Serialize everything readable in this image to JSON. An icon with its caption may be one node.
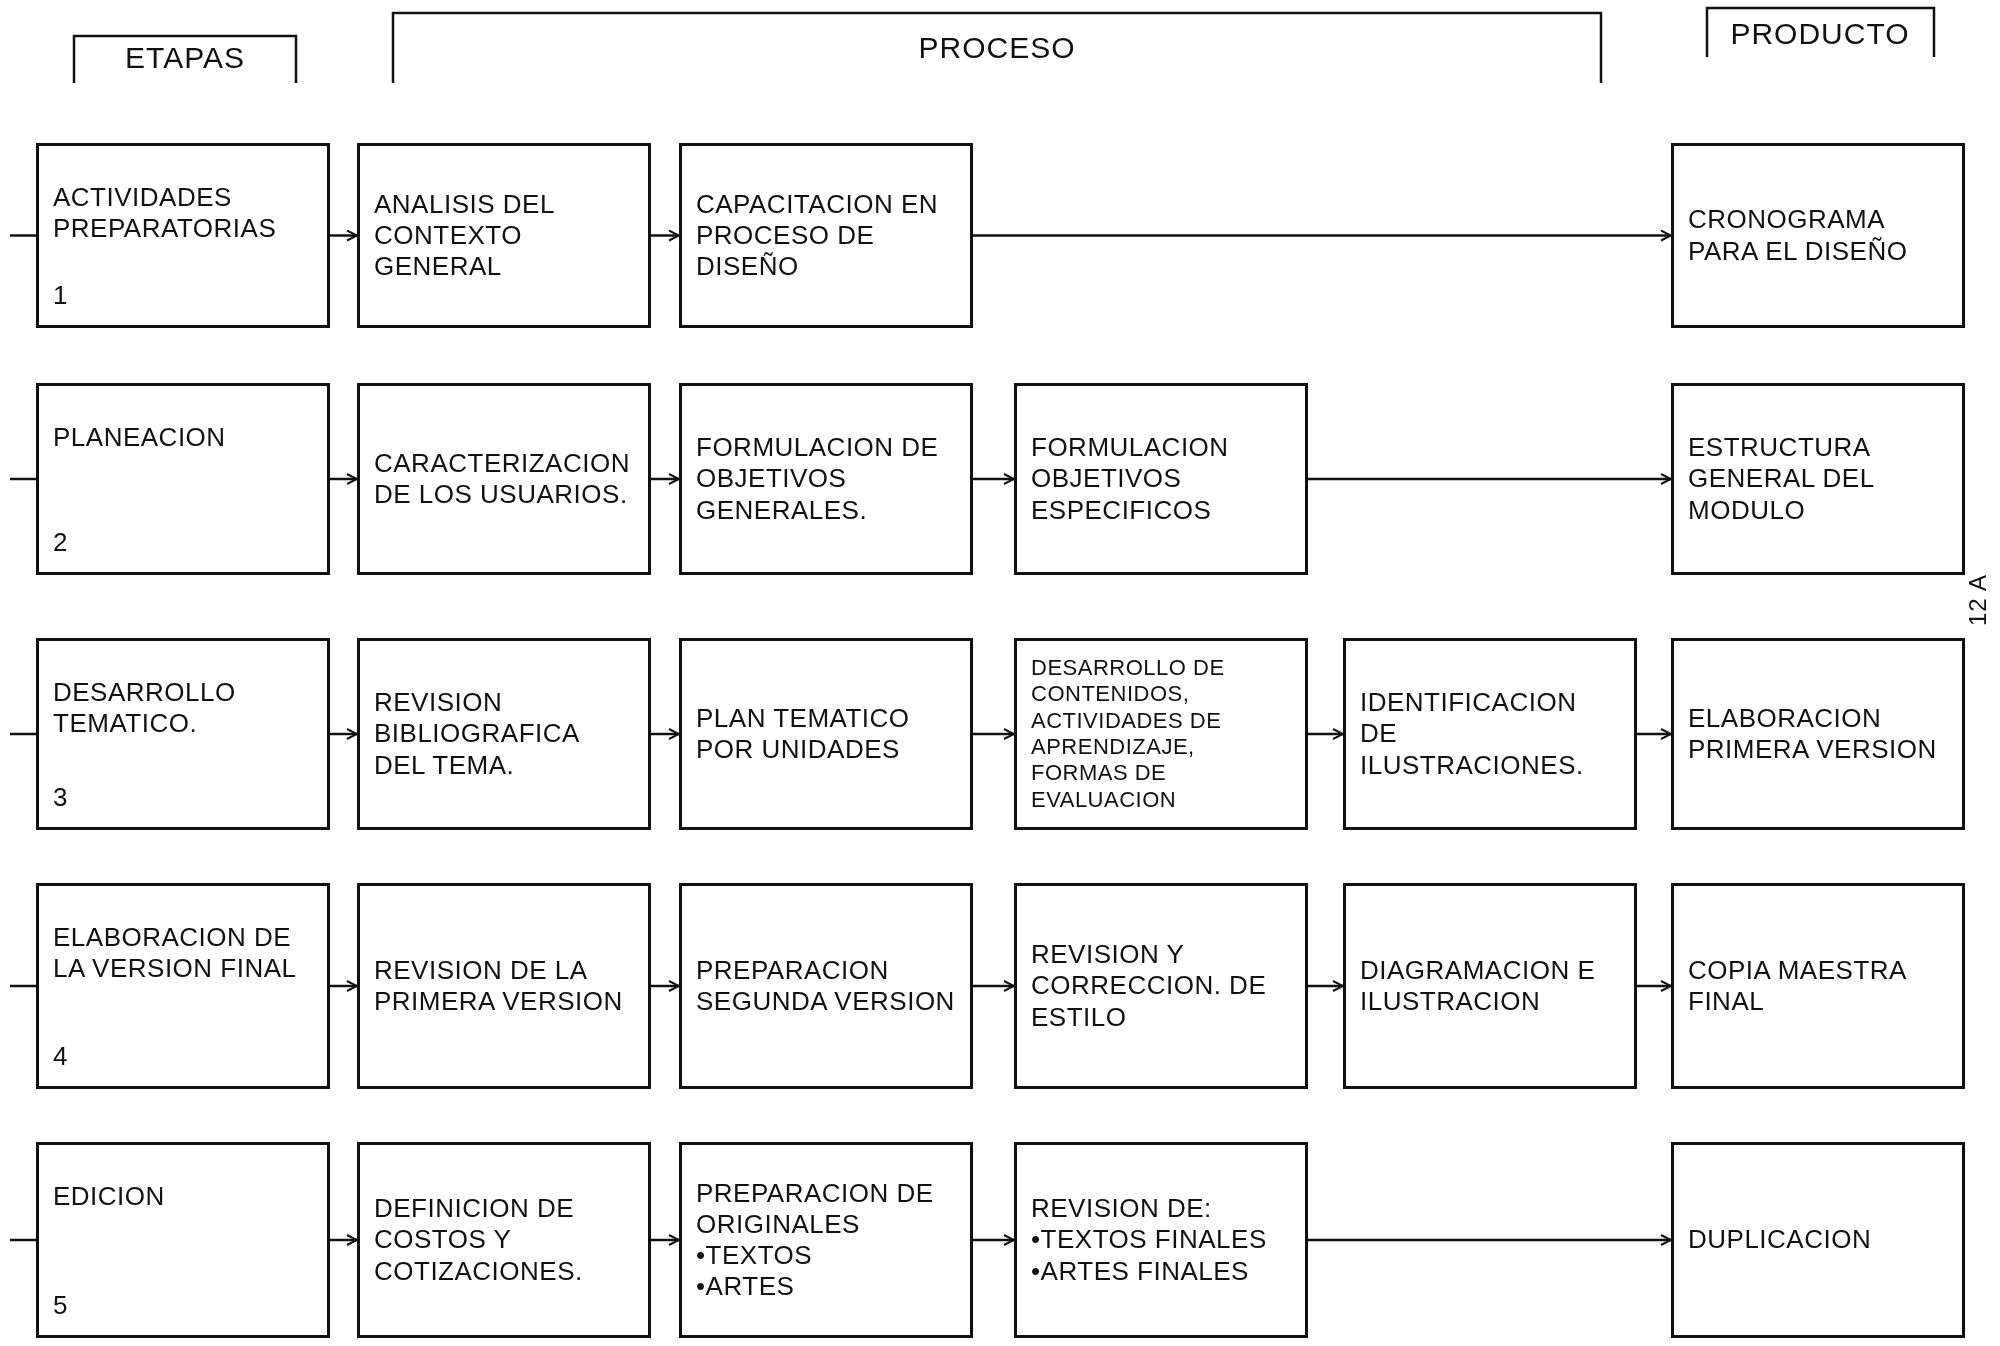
{
  "diagram": {
    "nodes": [
      {
        "text": [
          "ACTIVIDADES PREPARATORIAS",
          "1"
        ]
      },
      {
        "text": [
          "ANALISIS DEL CONTEXTO GENERAL"
        ]
      },
      {
        "text": [
          "CAPACITACION EN PROCESO DE DISEÑO"
        ]
      },
      {
        "text": [
          "CRONOGRAMA PARA EL DISEÑO"
        ]
      },
      {
        "text": [
          "PLANEACION",
          "2"
        ]
      },
      {
        "text": [
          "CARACTERIZACION DE LOS USUARIOS."
        ]
      },
      {
        "text": [
          "FORMULACION DE OBJETIVOS GENERALES."
        ]
      },
      {
        "text": [
          "FORMULACION OBJETIVOS ESPECIFICOS"
        ]
      },
      {
        "text": [
          "ESTRUCTURA GENERAL DEL MODULO"
        ]
      },
      {
        "text": [
          "DESARROLLO TEMATICO.",
          "3"
        ]
      },
      {
        "text": [
          "REVISION BIBLIOGRAFICA DEL TEMA."
        ]
      },
      {
        "text": [
          "PLAN TEMATICO POR UNIDADES"
        ]
      },
      {
        "text": [
          "DESARROLLO DE CONTENIDOS, ACTIVIDADES DE APRENDIZAJE, FORMAS DE EVALUACION"
        ]
      },
      {
        "text": [
          "IDENTIFICACION DE ILUSTRACIONES."
        ]
      },
      {
        "text": [
          "ELABORACION PRIMERA VERSION"
        ]
      },
      {
        "text": [
          "ELABORACION DE LA VERSION FINAL",
          "4"
        ]
      },
      {
        "text": [
          "REVISION DE LA PRIMERA VERSION"
        ]
      },
      {
        "text": [
          "PREPARACION SEGUNDA VERSION"
        ]
      },
      {
        "text": [
          "REVISION Y CORRECCION. DE ESTILO"
        ]
      },
      {
        "text": [
          "DIAGRAMACION E ILUSTRACION"
        ]
      },
      {
        "text": [
          "COPIA MAESTRA FINAL"
        ]
      },
      {
        "text": [
          "EDICION",
          "5"
        ]
      },
      {
        "text": [
          "DEFINICION DE COSTOS Y COTIZACIONES."
        ]
      },
      {
        "text": [
          "PREPARACION DE ORIGINALES",
          "•TEXTOS",
          "•ARTES"
        ]
      },
      {
        "text": [
          "REVISION DE:",
          "•TEXTOS FINALES",
          "•ARTES FINALES"
        ]
      },
      {
        "text": [
          "DUPLICACION"
        ]
      }
    ],
    "edges": [
      {
        "from": null,
        "to": 0,
        "arrow": "none"
      },
      {
        "from": 0,
        "to": 1,
        "arrow": "to"
      },
      {
        "from": 1,
        "to": 2,
        "arrow": "to"
      },
      {
        "from": 2,
        "to": 3,
        "arrow": "to"
      },
      {
        "from": null,
        "to": 4,
        "arrow": "none"
      },
      {
        "from": 4,
        "to": 5,
        "arrow": "to"
      },
      {
        "from": 5,
        "to": 6,
        "arrow": "to"
      },
      {
        "from": 6,
        "to": 7,
        "arrow": "to"
      },
      {
        "from": 7,
        "to": 8,
        "arrow": "to"
      },
      {
        "from": null,
        "to": 9,
        "arrow": "none"
      },
      {
        "from": 9,
        "to": 10,
        "arrow": "to"
      },
      {
        "from": 10,
        "to": 11,
        "arrow": "to"
      },
      {
        "from": 11,
        "to": 12,
        "arrow": "to"
      },
      {
        "from": 12,
        "to": 13,
        "arrow": "to"
      },
      {
        "from": 13,
        "to": 14,
        "arrow": "to"
      },
      {
        "from": null,
        "to": 15,
        "arrow": "none"
      },
      {
        "from": 15,
        "to": 16,
        "arrow": "to"
      },
      {
        "from": 16,
        "to": 17,
        "arrow": "to"
      },
      {
        "from": 17,
        "to": 18,
        "arrow": "to"
      },
      {
        "from": 18,
        "to": 19,
        "arrow": "to"
      },
      {
        "from": 19,
        "to": 20,
        "arrow": "to"
      },
      {
        "from": null,
        "to": 21,
        "arrow": "none"
      },
      {
        "from": 21,
        "to": 22,
        "arrow": "to"
      },
      {
        "from": 22,
        "to": 23,
        "arrow": "to"
      },
      {
        "from": 23,
        "to": 24,
        "arrow": "to"
      },
      {
        "from": 24,
        "to": 25,
        "arrow": "to"
      }
    ],
    "labels": [
      "ETAPAS",
      "PROCESO",
      "PRODUCTO",
      "12 A"
    ]
  }
}
